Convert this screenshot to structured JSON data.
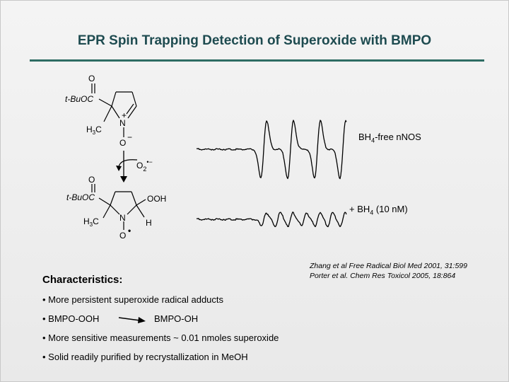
{
  "slide": {
    "title": "EPR Spin Trapping Detection of Superoxide with BMPO"
  },
  "structures": {
    "top": {
      "o_carbonyl": "O",
      "ester": "t-BuOC",
      "methyl": "H",
      "methyl_sub": "3",
      "methyl_c": "C",
      "nitrogen": "N",
      "plus": "+",
      "oxygen": "O",
      "minus": "−"
    },
    "arrow_label": {
      "o": "O",
      "sub": "2",
      "sup": "•−"
    },
    "bottom": {
      "o_carbonyl": "O",
      "ester": "t-BuOC",
      "ooh": "OOH",
      "methyl": "H",
      "methyl_sub": "3",
      "methyl_c": "C",
      "nitrogen": "N",
      "h": "H",
      "oxygen": "O",
      "radical": "•"
    }
  },
  "spectra": {
    "top_label_pre": "BH",
    "top_label_sub": "4",
    "top_label_post": "-free nNOS",
    "bottom_label_pre": "+ BH",
    "bottom_label_sub": "4",
    "bottom_label_post": " (10 nM)"
  },
  "references": [
    "Zhang et al Free Radical Biol Med 2001, 31:599",
    "Porter et al. Chem Res Toxicol 2005, 18:864"
  ],
  "characteristics": {
    "heading": "Characteristics:",
    "bullets": [
      "• More persistent superoxide radical adducts",
      "• BMPO-OOH",
      "• More sensitive measurements ~ 0.01 nmoles superoxide",
      "• Solid readily purified by recrystallization in MeOH"
    ],
    "bmpo_oh": "BMPO-OH"
  }
}
